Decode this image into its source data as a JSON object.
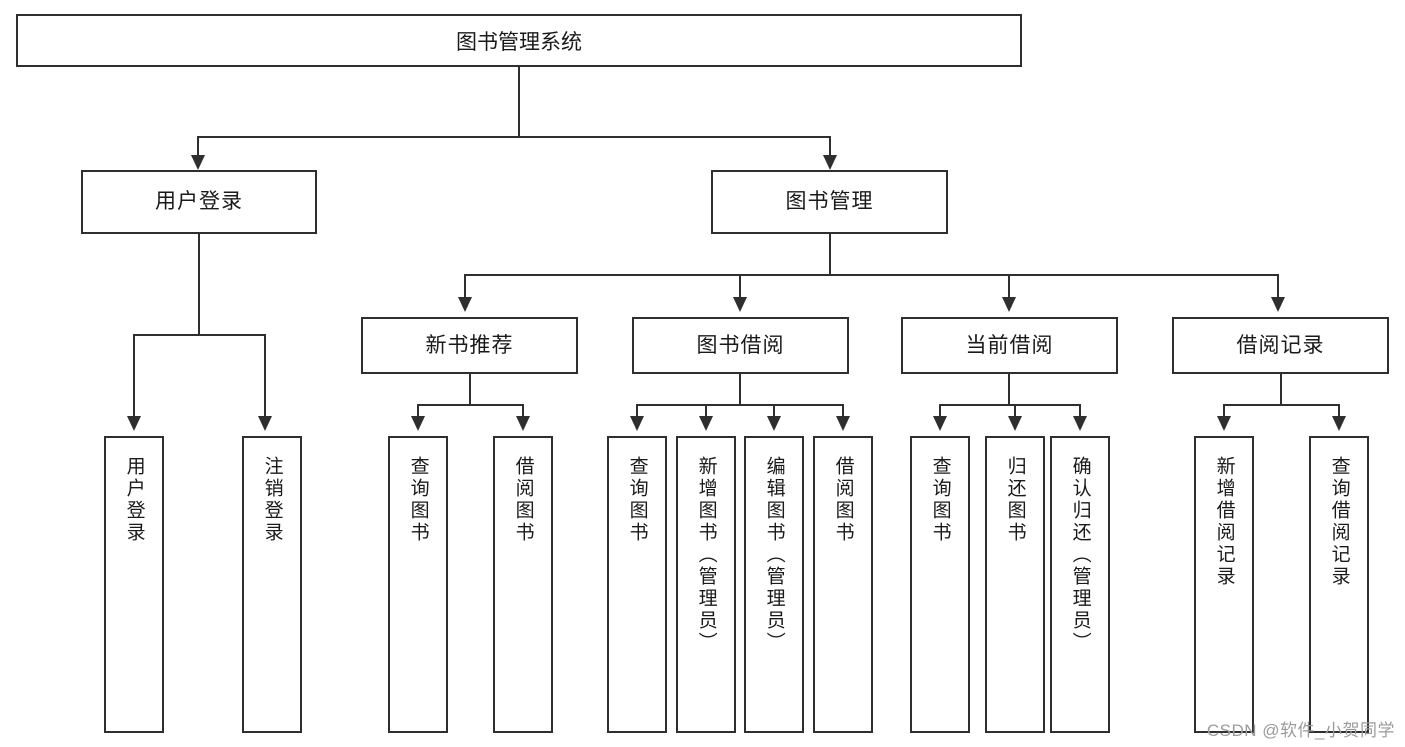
{
  "diagram": {
    "title_text": "图书管理系统",
    "watermark": "CSDN @软件_小贺同学",
    "line_color": "#2f2f2f",
    "background_color": "#ffffff",
    "text_color": "#1a1a1a",
    "watermark_color": "#9b9b9b",
    "root": {
      "label": "图书管理系统"
    },
    "level1": [
      {
        "label": "用户登录"
      },
      {
        "label": "图书管理"
      }
    ],
    "level2": [
      {
        "label": "新书推荐"
      },
      {
        "label": "图书借阅"
      },
      {
        "label": "当前借阅"
      },
      {
        "label": "借阅记录"
      }
    ],
    "leaves": {
      "user_login": [
        {
          "label": "用户登录"
        },
        {
          "label": "注销登录"
        }
      ],
      "new_book_recommend": [
        {
          "label": "查询图书"
        },
        {
          "label": "借阅图书"
        }
      ],
      "book_borrow": [
        {
          "label": "查询图书"
        },
        {
          "label": "新增图书（管理员）"
        },
        {
          "label": "编辑图书（管理员）"
        },
        {
          "label": "借阅图书"
        }
      ],
      "current_borrow": [
        {
          "label": "查询图书"
        },
        {
          "label": "归还图书"
        },
        {
          "label": "确认归还（管理员）"
        }
      ],
      "borrow_record": [
        {
          "label": "新增借阅记录"
        },
        {
          "label": "查询借阅记录"
        }
      ]
    }
  }
}
